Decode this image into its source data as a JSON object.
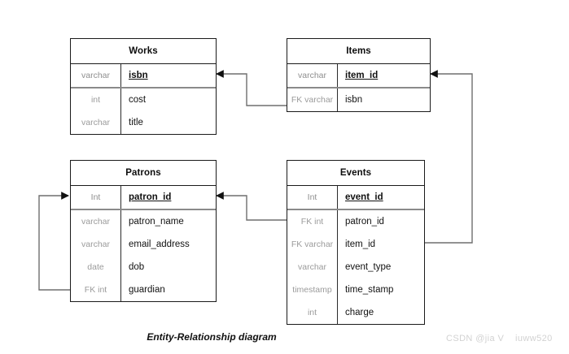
{
  "diagram": {
    "caption": "Entity-Relationship diagram",
    "watermark": "CSDN @jia V    iuww520",
    "colors": {
      "border": "#1a1a1a",
      "separator": "#8a8a8a",
      "type_text": "#9b9b9b",
      "field_text": "#111111",
      "connector": "#6e6e6e",
      "background": "#ffffff",
      "watermark": "#d2d2d2"
    }
  },
  "entities": [
    {
      "name": "Works",
      "title": "Works",
      "fields": [
        {
          "type": "varchar",
          "name": "isbn",
          "key": "PK"
        },
        {
          "type": "int",
          "name": "cost",
          "key": ""
        },
        {
          "type": "varchar",
          "name": "title",
          "key": ""
        }
      ]
    },
    {
      "name": "Items",
      "title": "Items",
      "fields": [
        {
          "type": "varchar",
          "name": "item_id",
          "key": "PK"
        },
        {
          "type": "FK varchar",
          "name": "isbn",
          "key": "FK"
        }
      ]
    },
    {
      "name": "Patrons",
      "title": "Patrons",
      "fields": [
        {
          "type": "Int",
          "name": "patron_id",
          "key": "PK"
        },
        {
          "type": "varchar",
          "name": "patron_name",
          "key": ""
        },
        {
          "type": "varchar",
          "name": "email_address",
          "key": ""
        },
        {
          "type": "date",
          "name": "dob",
          "key": ""
        },
        {
          "type": "FK int",
          "name": "guardian",
          "key": "FK"
        }
      ]
    },
    {
      "name": "Events",
      "title": "Events",
      "fields": [
        {
          "type": "Int",
          "name": "event_id",
          "key": "PK"
        },
        {
          "type": "FK int",
          "name": "patron_id",
          "key": "FK"
        },
        {
          "type": "FK varchar",
          "name": "item_id",
          "key": "FK"
        },
        {
          "type": "varchar",
          "name": "event_type",
          "key": ""
        },
        {
          "type": "timestamp",
          "name": "time_stamp",
          "key": ""
        },
        {
          "type": "int",
          "name": "charge",
          "key": ""
        }
      ]
    }
  ],
  "relationships": [
    {
      "from": "Items.isbn",
      "to": "Works.isbn"
    },
    {
      "from": "Events.item_id",
      "to": "Items.item_id"
    },
    {
      "from": "Events.patron_id",
      "to": "Patrons.patron_id"
    },
    {
      "from": "Patrons.guardian",
      "to": "Patrons.patron_id"
    }
  ]
}
